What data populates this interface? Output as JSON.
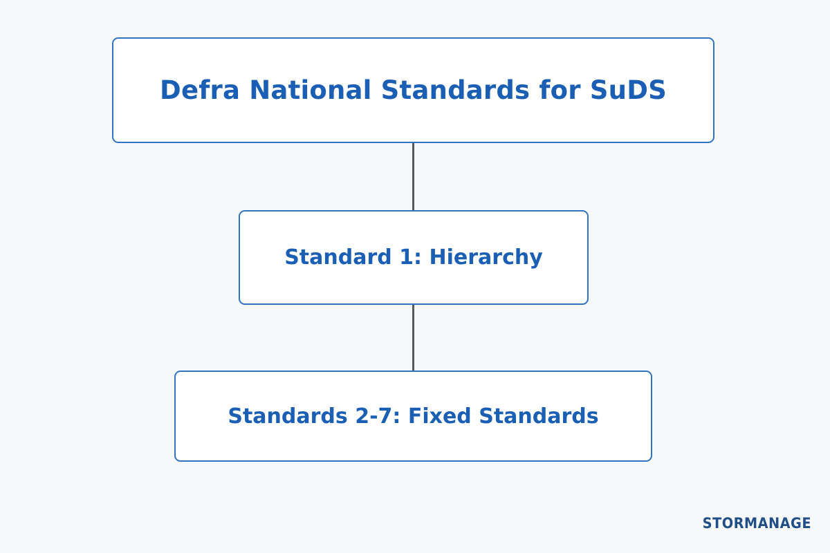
{
  "diagram": {
    "nodes": [
      {
        "id": "top",
        "label": "Defra National Standards for SuDS"
      },
      {
        "id": "mid",
        "label": "Standard 1: Hierarchy"
      },
      {
        "id": "bottom",
        "label": "Standards 2-7: Fixed Standards"
      }
    ],
    "edges": [
      {
        "from": "top",
        "to": "mid"
      },
      {
        "from": "mid",
        "to": "bottom"
      }
    ]
  },
  "brand": {
    "text": "STORMANAGE"
  },
  "colors": {
    "node_border": "#2f73c4",
    "node_text": "#1a5fb4",
    "connector": "#555b61",
    "background": "#f7f8f9",
    "brand_text": "#1f4f86"
  }
}
